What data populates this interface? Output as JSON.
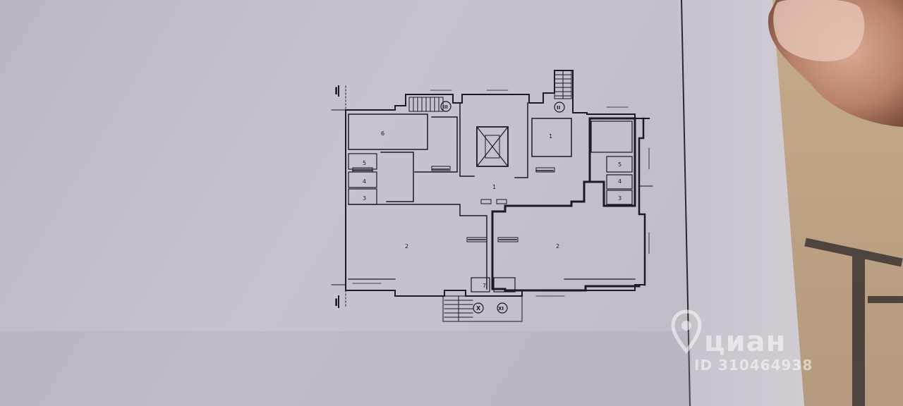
{
  "watermark": {
    "brand": "циан",
    "listing_id": "ID 310464938"
  },
  "plan": {
    "section_marks": [
      "I",
      "I"
    ],
    "axis_marks": [
      "III",
      "II",
      "X",
      "XI"
    ],
    "room_numbers": [
      "1",
      "2",
      "3",
      "4",
      "5",
      "6",
      "7",
      "1",
      "2",
      "3",
      "4",
      "5"
    ]
  },
  "colors": {
    "paper": "#c8c2cc",
    "ink": "#1c1a24",
    "background": "#b9a58c"
  }
}
